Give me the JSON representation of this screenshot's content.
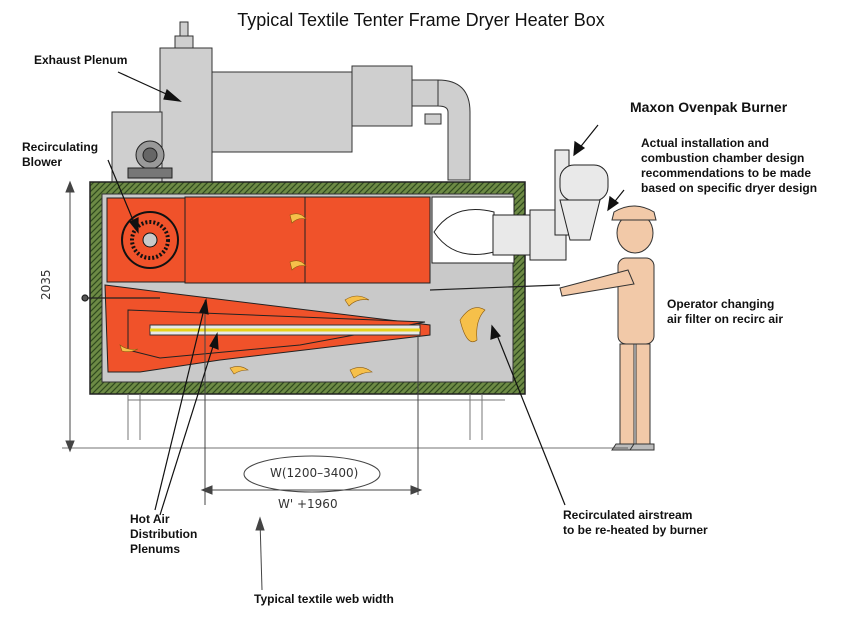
{
  "title": "Typical Textile Tenter Frame Dryer Heater Box",
  "labels": {
    "exhaust_plenum": "Exhaust Plenum",
    "recirculating_blower": "Recirculating\nBlower",
    "burner": "Maxon Ovenpak Burner",
    "installation_note": "Actual installation and\ncombustion chamber design\nrecommendations  to be made\nbased on specific dryer design",
    "operator": "Operator changing\nair filter on recirc air",
    "hot_air_plenums": "Hot Air\nDistribution\nPlenums",
    "recirculated_airstream": "Recirculated airstream\nto be re-heated by burner",
    "web_width": "Typical textile web width"
  },
  "dimensions": {
    "height": "2035",
    "width_range": "W(1200–3400)",
    "width_total": "W' +1960"
  },
  "colors": {
    "hot_air": "#f0522a",
    "casing": "#c8c8c8",
    "insulation": "#5a7a3a",
    "skin": "#f2c9a8",
    "outline": "#222222"
  }
}
